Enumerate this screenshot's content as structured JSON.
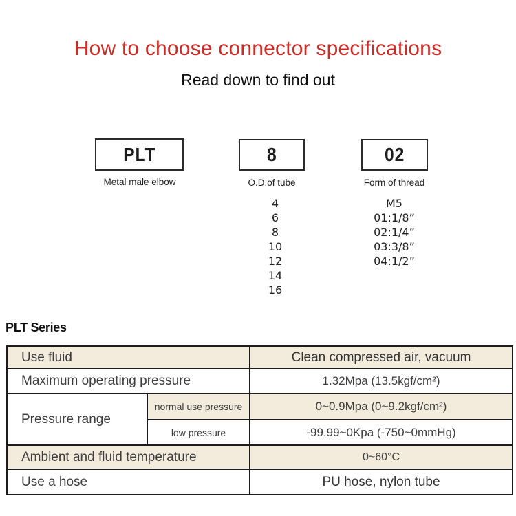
{
  "page": {
    "title": "How to choose connector specifications",
    "subtitle": "Read down to find out",
    "title_color": "#cd2b26",
    "stripe_color": "#f3ecdd"
  },
  "selector": {
    "boxes": [
      {
        "code": "PLT",
        "caption": "Metal male elbow"
      },
      {
        "code": "8",
        "caption": "O.D.of tube"
      },
      {
        "code": "02",
        "caption": "Form of thread"
      }
    ],
    "tube_sizes": [
      "4",
      "6",
      "8",
      "10",
      "12",
      "14",
      "16"
    ],
    "thread_forms": [
      "M5",
      "01:1/8”",
      "02:1/4”",
      "03:3/8”",
      "04:1/2”"
    ]
  },
  "series": {
    "heading": "PLT Series",
    "table": {
      "rows": [
        {
          "label": "Use fluid",
          "value": "Clean compressed air, vacuum"
        },
        {
          "label": "Maximum operating pressure",
          "value": "1.32Mpa (13.5kgf/cm²)"
        },
        {
          "label": "Pressure range",
          "sub_rows": [
            {
              "sub_label": "normal use pressure",
              "value": "0~0.9Mpa (0~9.2kgf/cm²)"
            },
            {
              "sub_label": "low pressure",
              "value": "-99.99~0Kpa (-750~0mmHg)"
            }
          ]
        },
        {
          "label": "Ambient and fluid temperature",
          "value": "0~60°C"
        },
        {
          "label": "Use a hose",
          "value": "PU hose, nylon tube"
        }
      ]
    }
  }
}
